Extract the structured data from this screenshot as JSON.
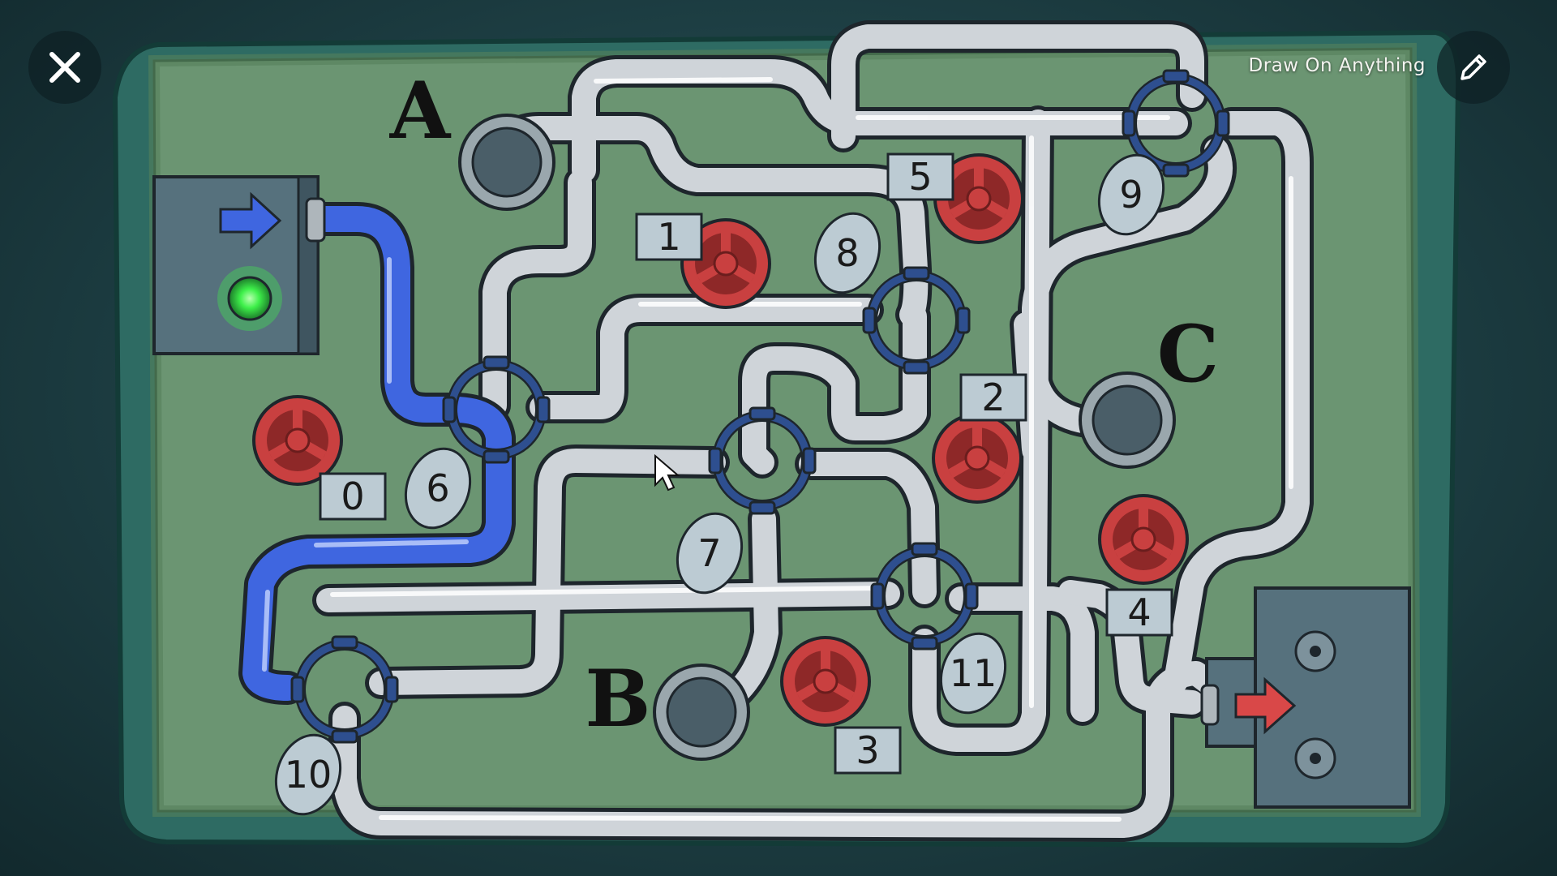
{
  "hud": {
    "draw_label": "Draw On Anything",
    "close_icon": "close-icon",
    "pencil_icon": "pencil-icon"
  },
  "puzzle": {
    "zone_letters": [
      "A",
      "B",
      "C"
    ],
    "valve_labels": [
      "0",
      "1",
      "2",
      "3",
      "4",
      "5"
    ],
    "junction_tags": [
      "6",
      "7",
      "8",
      "9",
      "10",
      "11"
    ],
    "source_status": "green-light-on",
    "inlet_arrow": "blue-arrow-right",
    "outlet_arrow": "red-arrow-right"
  },
  "colors": {
    "board": "#6b9572",
    "frame": "#2e6b63",
    "pipe": "#d2d6db",
    "water": "#3f66e0",
    "valve": "#c94040",
    "junction_ring": "#2e4f8f",
    "source_light": "#3ef04a"
  }
}
